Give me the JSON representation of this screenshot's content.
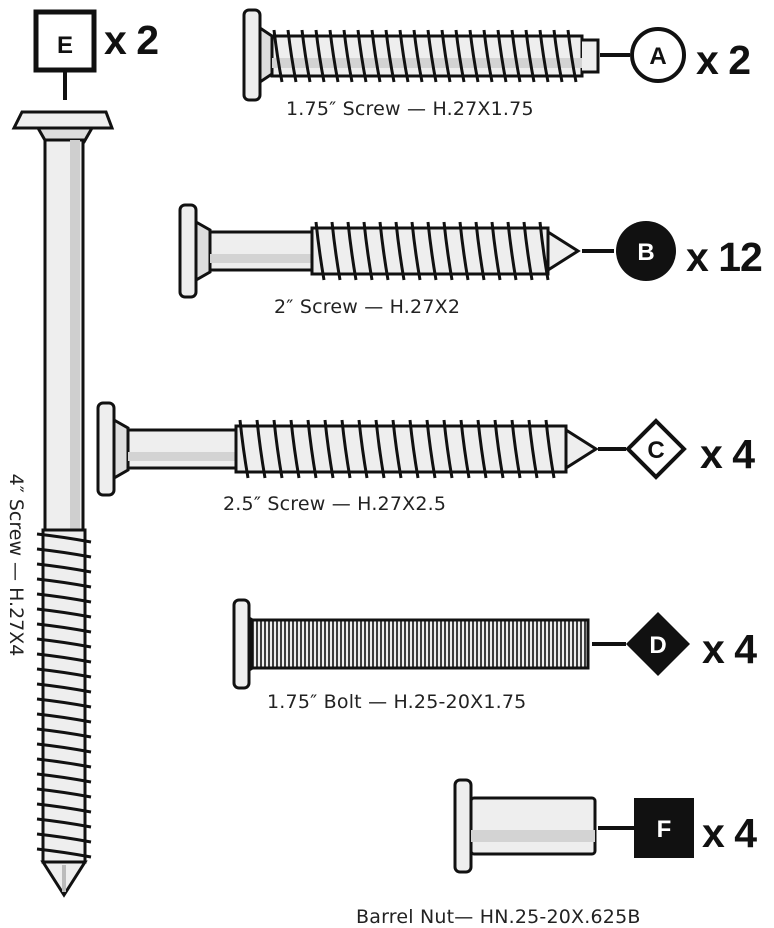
{
  "parts": [
    {
      "id": "A",
      "badge": "A",
      "qty": "x 2",
      "caption": "1.75″ Screw — H.27X1.75",
      "shape": "circle-outline"
    },
    {
      "id": "B",
      "badge": "B",
      "qty": "x 12",
      "caption": "2″ Screw — H.27X2",
      "shape": "circle-filled"
    },
    {
      "id": "C",
      "badge": "C",
      "qty": "x 4",
      "caption": "2.5″ Screw — H.27X2.5",
      "shape": "diamond-outline"
    },
    {
      "id": "D",
      "badge": "D",
      "qty": "x 4",
      "caption": "1.75″ Bolt — H.25-20X1.75",
      "shape": "diamond-filled"
    },
    {
      "id": "E",
      "badge": "E",
      "qty": "x 2",
      "caption": "4″ Screw — H.27X4",
      "shape": "square-outline"
    },
    {
      "id": "F",
      "badge": "F",
      "qty": "x 4",
      "caption": "Barrel Nut— HN.25-20X.625B",
      "shape": "square-filled"
    }
  ],
  "colors": {
    "ink": "#111111",
    "metal": "#eeeeee",
    "shade": "#c9c9c9"
  }
}
